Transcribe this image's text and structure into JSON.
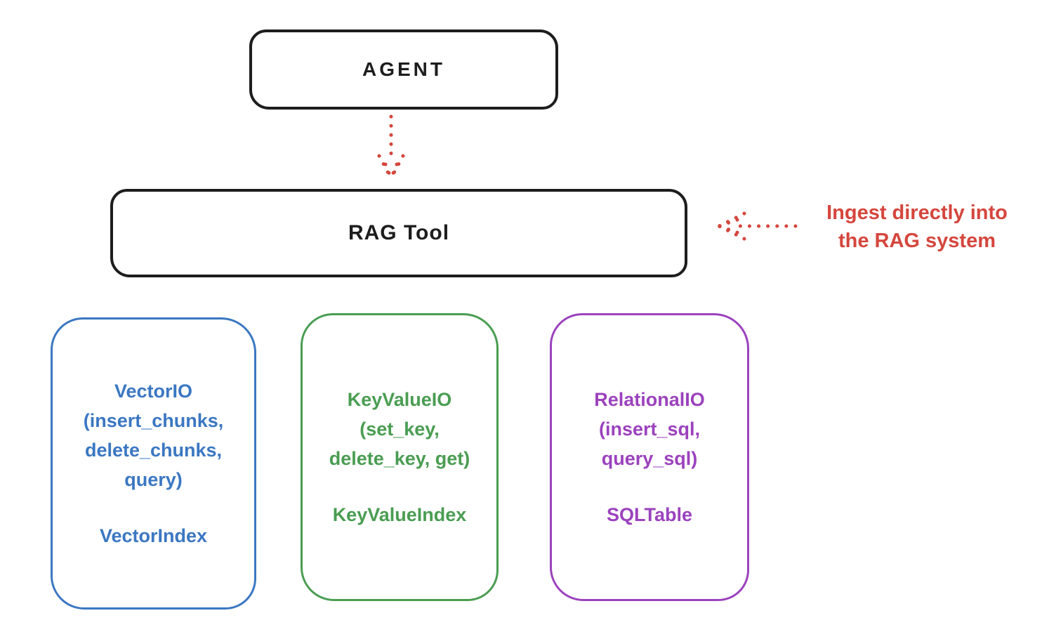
{
  "colors": {
    "stroke": "#1d1d1d",
    "red": "#d5463d",
    "blue": "#3b77c2",
    "green": "#4a9d52",
    "purple": "#9b42bd"
  },
  "agent": {
    "label": "AGENT"
  },
  "rag_tool": {
    "label": "RAG Tool"
  },
  "annotation": {
    "line1": "Ingest directly into",
    "line2": "the RAG system"
  },
  "arrows": {
    "agent_to_rag": {
      "style": "dotted",
      "direction": "down",
      "color": "#d5463d"
    },
    "ingest_to_rag": {
      "style": "dotted",
      "direction": "left",
      "color": "#d5463d"
    }
  },
  "cards": [
    {
      "name": "vector-io",
      "color": "#3b77c2",
      "lines": [
        "VectorIO",
        "(insert_chunks,",
        "delete_chunks,",
        "query)"
      ],
      "index_label": "VectorIndex"
    },
    {
      "name": "keyvalue-io",
      "color": "#4a9d52",
      "lines": [
        "KeyValueIO",
        "(set_key,",
        "delete_key, get)"
      ],
      "index_label": "KeyValueIndex"
    },
    {
      "name": "relational-io",
      "color": "#9b42bd",
      "lines": [
        "RelationalIO",
        "(insert_sql,",
        "query_sql)"
      ],
      "index_label": "SQLTable"
    }
  ]
}
